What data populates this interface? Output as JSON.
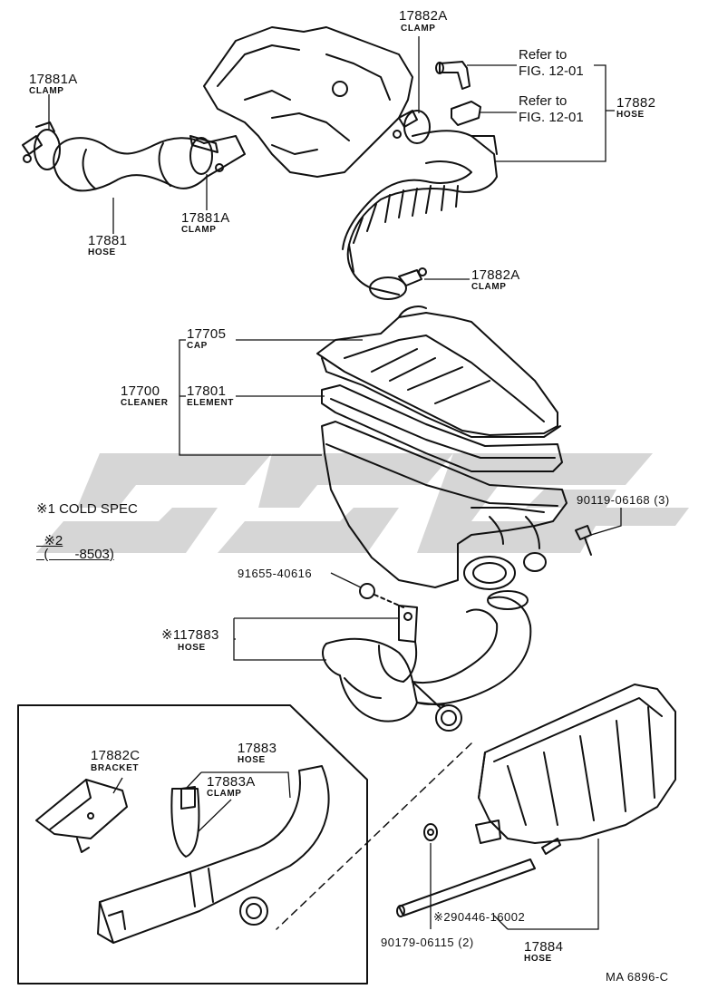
{
  "figure_code": "MA 6896-C",
  "watermark_text": "SSG",
  "notes": [
    {
      "mark": "※1",
      "text": "COLD SPEC"
    },
    {
      "mark": "※2",
      "text": "(       -8503)"
    }
  ],
  "references": [
    {
      "line1": "Refer to",
      "line2": "FIG. 12-01"
    },
    {
      "line1": "Refer to",
      "line2": "FIG. 12-01"
    }
  ],
  "parts": {
    "clamp_17882a_top": {
      "number": "17882A",
      "name": "CLAMP"
    },
    "clamp_17881a_left": {
      "number": "17881A",
      "name": "CLAMP"
    },
    "hose_17882": {
      "number": "17882",
      "name": "HOSE"
    },
    "clamp_17881a_mid": {
      "number": "17881A",
      "name": "CLAMP"
    },
    "hose_17881": {
      "number": "17881",
      "name": "HOSE"
    },
    "clamp_17882a_mid": {
      "number": "17882A",
      "name": "CLAMP"
    },
    "cap_17705": {
      "number": "17705",
      "name": "CAP"
    },
    "cleaner_17700": {
      "number": "17700",
      "name": "CLEANER"
    },
    "element_17801": {
      "number": "17801",
      "name": "ELEMENT"
    },
    "bolt_90119": {
      "number": "90119-06168 (3)"
    },
    "grommet_91655": {
      "number": "91655-40616"
    },
    "hose_17883_main": {
      "number": "※117883",
      "name": "HOSE"
    },
    "bracket_17882c": {
      "number": "17882C",
      "name": "BRACKET"
    },
    "hose_17883_inset": {
      "number": "17883",
      "name": "HOSE"
    },
    "clamp_17883a": {
      "number": "17883A",
      "name": "CLAMP"
    },
    "hose_290446": {
      "number": "※290446-16002"
    },
    "clip_90179": {
      "number": "90179-06115 (2)"
    },
    "hose_17884": {
      "number": "17884",
      "name": "HOSE"
    }
  }
}
